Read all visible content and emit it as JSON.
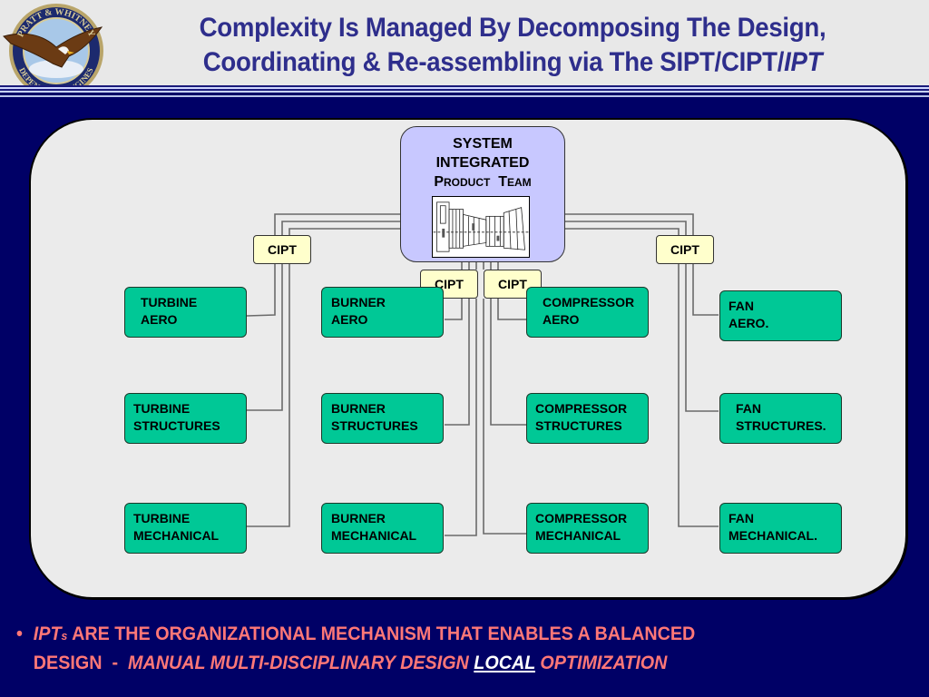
{
  "header": {
    "logo": {
      "name": "pratt-whitney-eagle-logo",
      "top_text": "PRATT & WHITNEY",
      "bottom_text": "DEPENDABLE ENGINES"
    },
    "title_line1": "Complexity Is Managed By Decomposing The Design,",
    "title_line2_prefix": "Coordinating & Re-assembling via The SIPT/CIPT/",
    "title_line2_italic": "IPT"
  },
  "colors": {
    "background": "#000066",
    "header_bg": "#e8e8e8",
    "title": "#2e2e8c",
    "panel": "#ebebeb",
    "sipt_fill": "#c8c8ff",
    "cipt_fill": "#ffffcc",
    "ipt_fill": "#00c896",
    "bullet_text": "#ff7777",
    "highlight_text": "#ffffff"
  },
  "diagram": {
    "sipt": {
      "line1": "SYSTEM",
      "line2": "INTEGRATED",
      "line3_parts": [
        {
          "cap": "P",
          "rest": "RODUCT"
        },
        {
          "cap": "T",
          "rest": "EAM"
        }
      ],
      "image": "engine-cutaway-drawing"
    },
    "cipts": [
      {
        "id": "turbine",
        "label": "CIPT"
      },
      {
        "id": "burner",
        "label": "CIPT"
      },
      {
        "id": "compressor",
        "label": "CIPT"
      },
      {
        "id": "fan",
        "label": "CIPT"
      }
    ],
    "ipt_columns": [
      {
        "group": "TURBINE",
        "items": [
          [
            "TURBINE",
            "AERO"
          ],
          [
            "TURBINE",
            "STRUCTURES"
          ],
          [
            "TURBINE",
            "MECHANICAL"
          ]
        ]
      },
      {
        "group": "BURNER",
        "items": [
          [
            "BURNER",
            "AERO"
          ],
          [
            "BURNER",
            "STRUCTURES"
          ],
          [
            "BURNER",
            "MECHANICAL"
          ]
        ]
      },
      {
        "group": "COMPRESSOR",
        "items": [
          [
            "COMPRESSOR",
            "AERO"
          ],
          [
            "COMPRESSOR",
            "STRUCTURES"
          ],
          [
            "COMPRESSOR",
            "MECHANICAL"
          ]
        ]
      },
      {
        "group": "FAN",
        "items": [
          [
            "FAN",
            "AERO."
          ],
          [
            "FAN",
            "STRUCTURES."
          ],
          [
            "FAN",
            "MECHANICAL."
          ]
        ]
      }
    ]
  },
  "bullet": {
    "marker": "•",
    "ipt_word": "IPT",
    "ipt_sub": "s",
    "line1_rest": " ARE THE ORGANIZATIONAL MECHANISM THAT ENABLES A BALANCED",
    "line2_start": "DESIGN  -  ",
    "line2_italic": "MANUAL MULTI-DISCIPLINARY DESIGN ",
    "line2_highlight": "LOCAL",
    "line2_end": " OPTIMIZATION"
  }
}
